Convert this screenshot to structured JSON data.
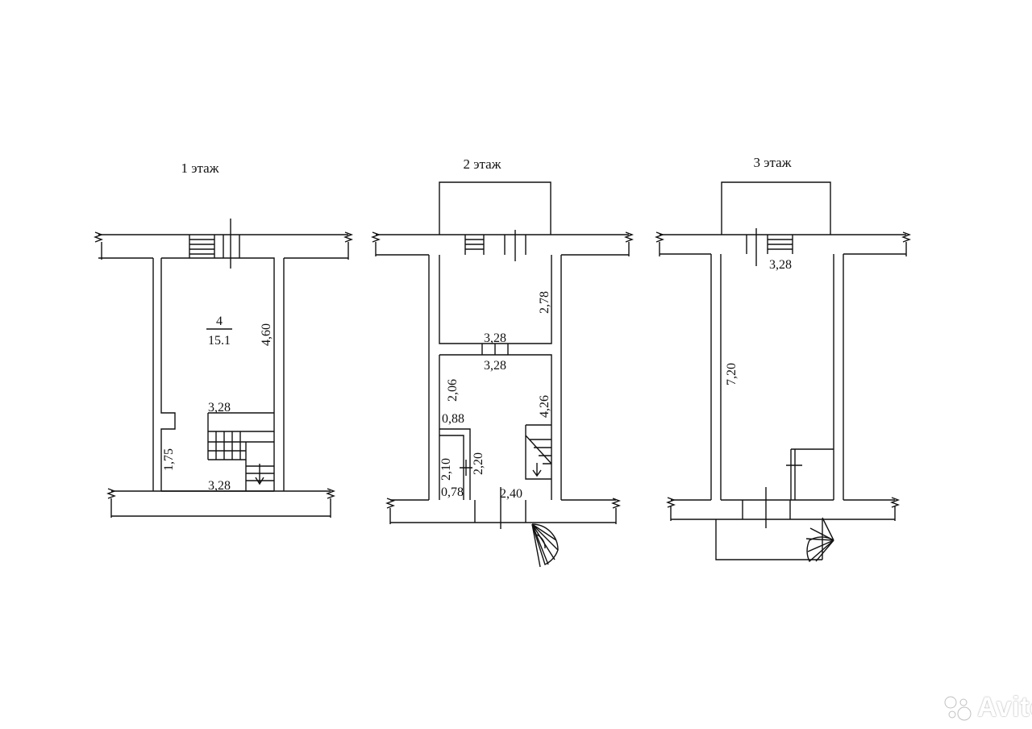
{
  "floors": [
    {
      "title": "1 этаж",
      "room": {
        "number": "4",
        "area": "15.1"
      },
      "dims": {
        "height": "4,60",
        "top_step": "3,28",
        "bottom": "3,28",
        "left_low": "1,75"
      }
    },
    {
      "title": "2 этаж",
      "dims": {
        "upper_h": "2,78",
        "upper_w": "3,28",
        "lower_w": "3,28",
        "left_h": "2,06",
        "right_h": "4,26",
        "closet_w": "0,88",
        "closet_h1": "2,10",
        "closet_h2": "2,20",
        "closet_bw": "0,78",
        "bottom": "2,40"
      }
    },
    {
      "title": "3 этаж",
      "dims": {
        "width": "3,28",
        "height": "7,20"
      }
    }
  ],
  "watermark": {
    "text": "Avito",
    "logo": "avito-dots-logo"
  }
}
